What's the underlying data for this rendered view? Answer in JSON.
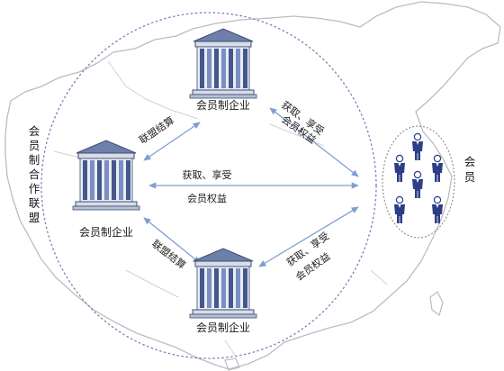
{
  "alliance_label": "会员制合作联盟",
  "members_label": "会员",
  "enterprises": [
    {
      "label": "会员制企业"
    },
    {
      "label": "会员制企业"
    },
    {
      "label": "会员制企业"
    }
  ],
  "flows": {
    "settlement_upper": "联盟结算",
    "settlement_lower": "联盟结算",
    "obtain_enjoy": "获取、享受",
    "member_rights": "会员权益"
  },
  "colors": {
    "map_outline": "#b9b9b9",
    "ellipse_stroke": "#6f86b8",
    "arrow": "#7f9fd0",
    "column": "#7a8fc2",
    "column_dark": "#44588c",
    "roof": "#6e7fa9",
    "people_body": "#2d3e86"
  }
}
